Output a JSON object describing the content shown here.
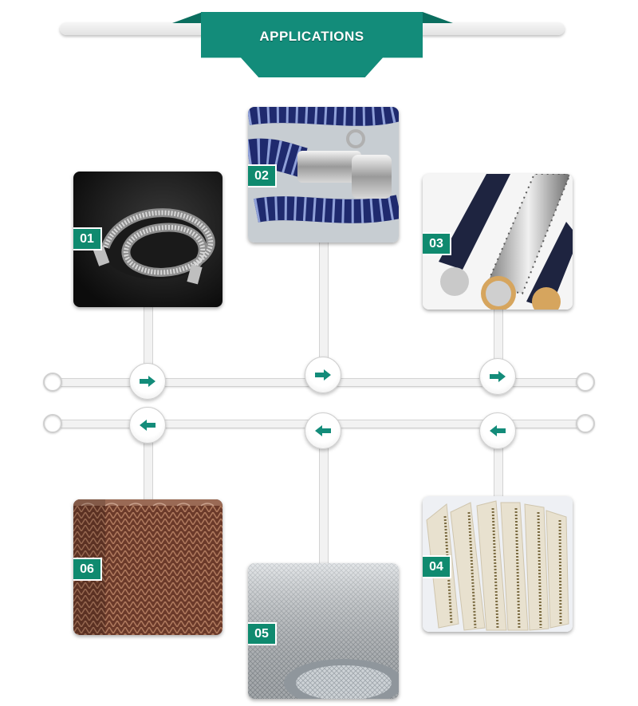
{
  "header": {
    "title": "APPLICATIONS"
  },
  "colors": {
    "accent": "#138c7a",
    "badge": "#0f8a6f",
    "rail": "#f2f2f2"
  },
  "flow": {
    "top_row_direction": "right",
    "bottom_row_direction": "left",
    "arrow_icon_right": "arrow-right-icon",
    "arrow_icon_left": "arrow-left-icon"
  },
  "applications": [
    {
      "number": "01",
      "subject": "braided-hose"
    },
    {
      "number": "02",
      "subject": "hose-coupling"
    },
    {
      "number": "03",
      "subject": "armored-cable"
    },
    {
      "number": "04",
      "subject": "zippers"
    },
    {
      "number": "05",
      "subject": "wire-mesh-roll"
    },
    {
      "number": "06",
      "subject": "mesh-curtain"
    }
  ]
}
